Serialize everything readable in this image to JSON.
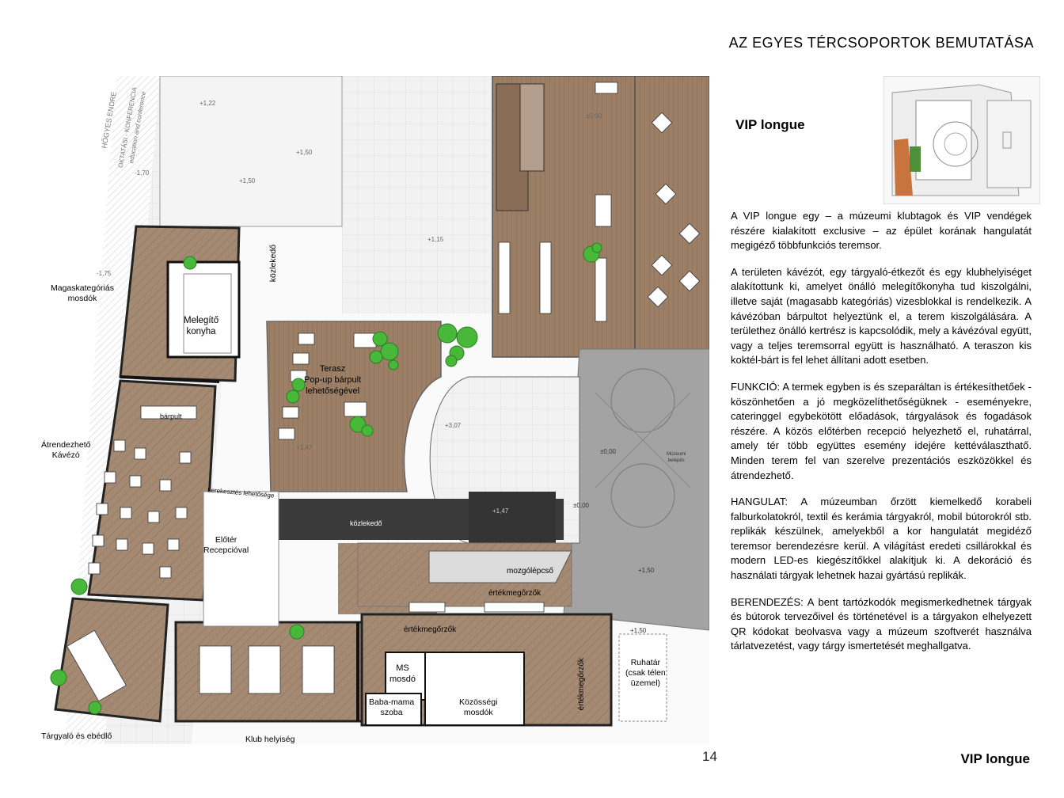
{
  "header": {
    "title": "AZ EGYES TÉRCSOPORTOK BEMUTATÁSA"
  },
  "section": {
    "title": "VIP longue"
  },
  "thumbnail": {
    "icon": "site-plan-thumbnail-icon",
    "highlight_color": "#c8743f",
    "garden_color": "#4e8f3a"
  },
  "plan": {
    "colors": {
      "wood": "#a58a73",
      "wood_dark": "#8a6d57",
      "grey_floor": "#9a9a9a",
      "dark_corridor": "#3a3a3a",
      "tree": "#47b83a",
      "wall": "#1a1a1a"
    },
    "labels": {
      "mosdok": "Magaskategóriás\nmosdók",
      "kozlekedo_v": "közlekedő",
      "konyha": "Melegítő\nkonyha",
      "terasz": "Terasz\nPop-up bárpult\nlehetőségével",
      "barpult": "bárpult",
      "kavezo": "Átrendezhető\nKávézó",
      "lerekesztes": "Lerekesztés lehetősége",
      "kozlekedo_h": "közlekedő",
      "eloter": "Előtér\nRecepcióval",
      "mozgolepcso": "mozgólépcső",
      "ertekmegorzok1": "értékmegőrzők",
      "ertekmegorzok2": "értékmegőrzők",
      "ertekmegorzok3": "értékmegőrzők",
      "ms_mosdo": "MS\nmosdó",
      "baba": "Baba-mama\nszoba",
      "kozossegi": "Közösségi\nmosdók",
      "ruhatar": "Ruhatár\n(csak télen\nüzemel)",
      "targyalo": "Tárgyaló és ebédlő",
      "klub": "Klub helyiség",
      "hogyes": "HŐGYES ENDRE",
      "oktatasi": "OKTATÁSI - KONFERENCIA",
      "education": "education and conference",
      "muzeumi": "Múzeumi\nbelépés",
      "levels": [
        "+1,22",
        "+1,50",
        "+1,50",
        "-1,70",
        "-1,75",
        "+1,15",
        "+1,47",
        "+3,07",
        "±0,00",
        "+1,47",
        "±0,00",
        "±0,00",
        "+1,50",
        "+1,50"
      ]
    }
  },
  "body": {
    "p1": "A VIP longue egy – a múzeumi klubtagok és VIP vendégek részére kialakított exclusive – az épület korának hangulatát megigéző többfunkciós teremsor.",
    "p2": "A területen kávézót, egy tárgyaló-étkezőt és egy klubhelyiséget alakítottunk ki, amelyet önálló melegítőkonyha tud kiszolgálni, illetve saját (magasabb kategóriás) vizesblokkal is rendelkezik. A kávézóban bárpultot helyeztünk el, a terem kiszolgálására. A területhez önálló kertrész is kapcsolódik, mely a kávézóval együtt, vagy a teljes teremsorral együtt is használható. A teraszon kis koktél-bárt is fel lehet állítani adott esetben.",
    "p3": "FUNKCIÓ: A termek egyben is és szeparáltan is értékesíthetőek - köszönhetően a jó megközelíthetőségüknek - eseményekre, cateringgel egybekötött előadások, tárgyalások és fogadások részére. A közös előtérben recepció helyezhető el, ruhatárral, amely tér több együttes esemény idejére kettéválaszthatő. Minden terem fel van szerelve prezentációs eszközökkel és átrendezhető.",
    "p4": "HANGULAT: A múzeumban őrzött kiemelkedő korabeli falburkolatokról, textil és kerámia tárgyakról, mobil bútorokról stb. replikák készülnek, amelyekből a kor hangulatát megidéző teremsor berendezésre kerül. A világítást eredeti csillárokkal és modern LED-es kiegészítőkkel alakítjuk ki. A dekoráció és használati tárgyak lehetnek hazai gyártású replikák.",
    "p5": "BERENDEZÉS: A bent tartózkodók megismerkedhetnek tárgyak és bútorok tervezőivel és történetével is a tárgyakon elhelyezett QR kódokat beolvasva vagy a múzeum szoftverét használva tárlatvezetést, vagy tárgy ismertetését meghallgatva."
  },
  "footer": {
    "page_number": "14",
    "title": "VIP longue"
  }
}
